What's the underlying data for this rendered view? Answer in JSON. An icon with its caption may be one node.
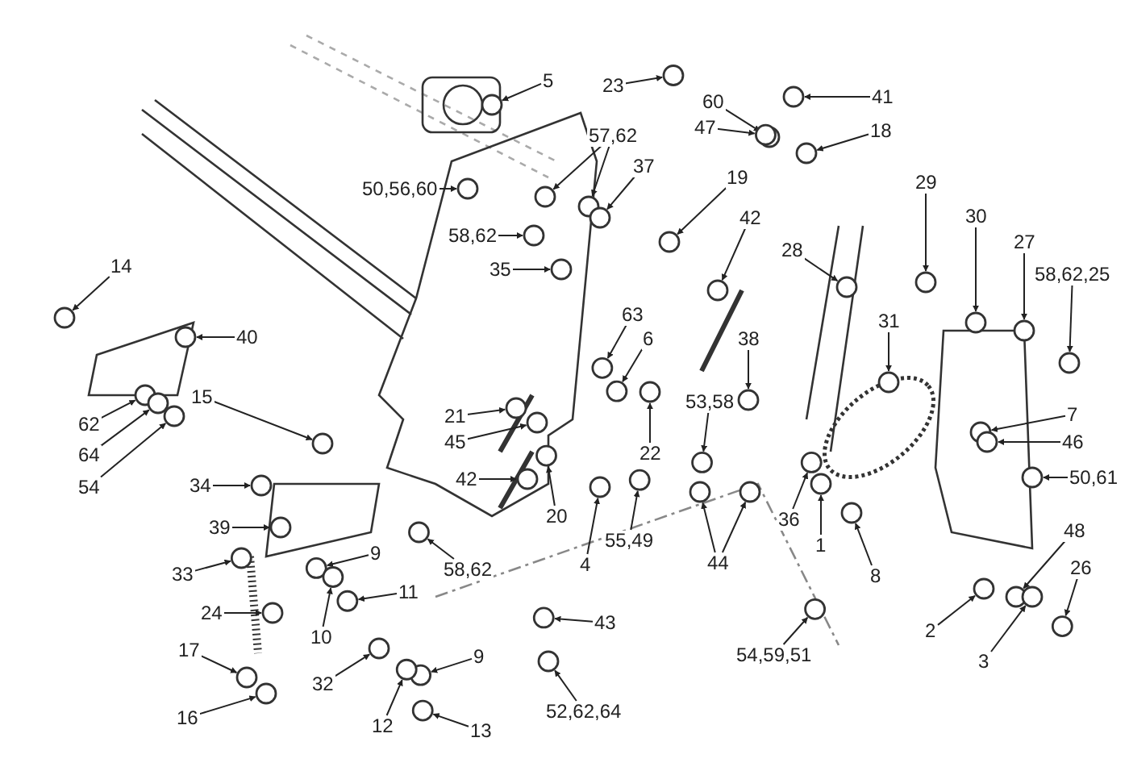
{
  "diagram": {
    "nodes": [
      {
        "text": [
          "5"
        ]
      },
      {
        "text": [
          "23"
        ]
      },
      {
        "text": [
          "41"
        ]
      },
      {
        "text": [
          "60"
        ]
      },
      {
        "text": [
          "47"
        ]
      },
      {
        "text": [
          "18"
        ]
      },
      {
        "text": [
          "50,56,60"
        ]
      },
      {
        "text": [
          "57,62"
        ]
      },
      {
        "text": [
          "37"
        ]
      },
      {
        "text": [
          "19"
        ]
      },
      {
        "text": [
          "58,62"
        ]
      },
      {
        "text": [
          "35"
        ]
      },
      {
        "text": [
          "42"
        ]
      },
      {
        "text": [
          "29"
        ]
      },
      {
        "text": [
          "30"
        ]
      },
      {
        "text": [
          "28"
        ]
      },
      {
        "text": [
          "27"
        ]
      },
      {
        "text": [
          "58,62,25"
        ]
      },
      {
        "text": [
          "14"
        ]
      },
      {
        "text": [
          "40"
        ]
      },
      {
        "text": [
          "63"
        ]
      },
      {
        "text": [
          "6"
        ]
      },
      {
        "text": [
          "38"
        ]
      },
      {
        "text": [
          "31"
        ]
      },
      {
        "text": [
          "15"
        ]
      },
      {
        "text": [
          "21"
        ]
      },
      {
        "text": [
          "45"
        ]
      },
      {
        "text": [
          "53,58"
        ]
      },
      {
        "text": [
          "22"
        ]
      },
      {
        "text": [
          "7"
        ]
      },
      {
        "text": [
          "46"
        ]
      },
      {
        "text": [
          "62"
        ]
      },
      {
        "text": [
          "64"
        ]
      },
      {
        "text": [
          "54"
        ]
      },
      {
        "text": [
          "34"
        ]
      },
      {
        "text": [
          "42"
        ]
      },
      {
        "text": [
          "20"
        ]
      },
      {
        "text": [
          "50,61"
        ]
      },
      {
        "text": [
          "39"
        ]
      },
      {
        "text": [
          "36"
        ]
      },
      {
        "text": [
          "55,49"
        ]
      },
      {
        "text": [
          "1"
        ]
      },
      {
        "text": [
          "9"
        ]
      },
      {
        "text": [
          "4"
        ]
      },
      {
        "text": [
          "44"
        ]
      },
      {
        "text": [
          "58,62"
        ]
      },
      {
        "text": [
          "48"
        ]
      },
      {
        "text": [
          "26"
        ]
      },
      {
        "text": [
          "8"
        ]
      },
      {
        "text": [
          "33"
        ]
      },
      {
        "text": [
          "11"
        ]
      },
      {
        "text": [
          "24"
        ]
      },
      {
        "text": [
          "10"
        ]
      },
      {
        "text": [
          "2"
        ]
      },
      {
        "text": [
          "43"
        ]
      },
      {
        "text": [
          "9"
        ]
      },
      {
        "text": [
          "17"
        ]
      },
      {
        "text": [
          "32"
        ]
      },
      {
        "text": [
          "54,59,51"
        ]
      },
      {
        "text": [
          "3"
        ]
      },
      {
        "text": [
          "16"
        ]
      },
      {
        "text": [
          "12"
        ]
      },
      {
        "text": [
          "13"
        ]
      },
      {
        "text": [
          "52,62,64"
        ]
      },
      {
        "text": [],
        "shape": "circle"
      },
      {
        "text": [],
        "shape": "circle"
      },
      {
        "text": [],
        "shape": "circle"
      },
      {
        "text": [],
        "shape": "circle"
      },
      {
        "text": [],
        "shape": "circle"
      },
      {
        "text": [],
        "shape": "circle"
      },
      {
        "text": [],
        "shape": "circle"
      },
      {
        "text": [],
        "shape": "circle"
      },
      {
        "text": [],
        "shape": "circle"
      },
      {
        "text": [],
        "shape": "circle"
      },
      {
        "text": [],
        "shape": "circle"
      },
      {
        "text": [],
        "shape": "circle"
      },
      {
        "text": [],
        "shape": "circle"
      },
      {
        "text": [],
        "shape": "circle"
      },
      {
        "text": [],
        "shape": "circle"
      },
      {
        "text": [],
        "shape": "circle"
      },
      {
        "text": [],
        "shape": "circle"
      },
      {
        "text": [],
        "shape": "circle"
      },
      {
        "text": [],
        "shape": "circle"
      },
      {
        "text": [],
        "shape": "circle"
      },
      {
        "text": [],
        "shape": "circle"
      },
      {
        "text": [],
        "shape": "circle"
      },
      {
        "text": [],
        "shape": "circle"
      },
      {
        "text": [],
        "shape": "circle"
      },
      {
        "text": [],
        "shape": "circle"
      },
      {
        "text": [],
        "shape": "circle"
      },
      {
        "text": [],
        "shape": "circle"
      },
      {
        "text": [],
        "shape": "circle"
      },
      {
        "text": [],
        "shape": "circle"
      },
      {
        "text": [],
        "shape": "circle"
      },
      {
        "text": [],
        "shape": "circle"
      },
      {
        "text": [],
        "shape": "circle"
      },
      {
        "text": [],
        "shape": "circle"
      },
      {
        "text": [],
        "shape": "circle"
      },
      {
        "text": [],
        "shape": "circle"
      },
      {
        "text": [],
        "shape": "circle"
      },
      {
        "text": [],
        "shape": "circle"
      },
      {
        "text": [],
        "shape": "circle"
      },
      {
        "text": [],
        "shape": "circle"
      },
      {
        "text": [],
        "shape": "circle"
      },
      {
        "text": [],
        "shape": "circle"
      },
      {
        "text": [],
        "shape": "circle"
      },
      {
        "text": [],
        "shape": "circle"
      },
      {
        "text": [],
        "shape": "circle"
      },
      {
        "text": [],
        "shape": "circle"
      },
      {
        "text": [],
        "shape": "circle"
      },
      {
        "text": [],
        "shape": "circle"
      },
      {
        "text": [],
        "shape": "circle"
      },
      {
        "text": [],
        "shape": "circle"
      },
      {
        "text": [],
        "shape": "circle"
      },
      {
        "text": [],
        "shape": "circle"
      },
      {
        "text": [],
        "shape": "circle"
      },
      {
        "text": [],
        "shape": "circle"
      },
      {
        "text": [],
        "shape": "circle"
      },
      {
        "text": [],
        "shape": "circle"
      },
      {
        "text": [],
        "shape": "circle"
      },
      {
        "text": [],
        "shape": "circle"
      },
      {
        "text": [],
        "shape": "circle"
      },
      {
        "text": [],
        "shape": "circle"
      },
      {
        "text": [],
        "shape": "circle"
      },
      {
        "text": [],
        "shape": "circle"
      },
      {
        "text": [],
        "shape": "circle"
      },
      {
        "text": [],
        "shape": "circle"
      },
      {
        "text": [],
        "shape": "circle"
      },
      {
        "text": [],
        "shape": "circle"
      },
      {
        "text": [],
        "shape": "circle"
      }
    ],
    "edges": [
      {
        "from": 0,
        "to": 64,
        "arrow": "to"
      },
      {
        "from": 1,
        "to": 65,
        "arrow": "to"
      },
      {
        "from": 2,
        "to": 66,
        "arrow": "to"
      },
      {
        "from": 3,
        "to": 67,
        "arrow": "to"
      },
      {
        "from": 4,
        "to": 68,
        "arrow": "to"
      },
      {
        "from": 5,
        "to": 69,
        "arrow": "to"
      },
      {
        "from": 6,
        "to": 70,
        "arrow": "to"
      },
      {
        "from": 7,
        "to": 71,
        "arrow": "to"
      },
      {
        "from": 7,
        "to": 72,
        "arrow": "to"
      },
      {
        "from": 8,
        "to": 73,
        "arrow": "to"
      },
      {
        "from": 9,
        "to": 74,
        "arrow": "to"
      },
      {
        "from": 10,
        "to": 75,
        "arrow": "to"
      },
      {
        "from": 11,
        "to": 76,
        "arrow": "to"
      },
      {
        "from": 12,
        "to": 77,
        "arrow": "to"
      },
      {
        "from": 13,
        "to": 78,
        "arrow": "to"
      },
      {
        "from": 14,
        "to": 79,
        "arrow": "to"
      },
      {
        "from": 15,
        "to": 80,
        "arrow": "to"
      },
      {
        "from": 16,
        "to": 81,
        "arrow": "to"
      },
      {
        "from": 17,
        "to": 82,
        "arrow": "to"
      },
      {
        "from": 18,
        "to": 83,
        "arrow": "to"
      },
      {
        "from": 19,
        "to": 84,
        "arrow": "to"
      },
      {
        "from": 20,
        "to": 85,
        "arrow": "to"
      },
      {
        "from": 21,
        "to": 86,
        "arrow": "to"
      },
      {
        "from": 22,
        "to": 87,
        "arrow": "to"
      },
      {
        "from": 23,
        "to": 88,
        "arrow": "to"
      },
      {
        "from": 24,
        "to": 89,
        "arrow": "to"
      },
      {
        "from": 25,
        "to": 90,
        "arrow": "to"
      },
      {
        "from": 26,
        "to": 91,
        "arrow": "to"
      },
      {
        "from": 27,
        "to": 92,
        "arrow": "to"
      },
      {
        "from": 28,
        "to": 93,
        "arrow": "to"
      },
      {
        "from": 29,
        "to": 94,
        "arrow": "to"
      },
      {
        "from": 30,
        "to": 95,
        "arrow": "to"
      },
      {
        "from": 31,
        "to": 96,
        "arrow": "to"
      },
      {
        "from": 32,
        "to": 97,
        "arrow": "to"
      },
      {
        "from": 33,
        "to": 98,
        "arrow": "to"
      },
      {
        "from": 34,
        "to": 99,
        "arrow": "to"
      },
      {
        "from": 35,
        "to": 100,
        "arrow": "to"
      },
      {
        "from": 36,
        "to": 101,
        "arrow": "to"
      },
      {
        "from": 37,
        "to": 102,
        "arrow": "to"
      },
      {
        "from": 38,
        "to": 103,
        "arrow": "to"
      },
      {
        "from": 39,
        "to": 104,
        "arrow": "to"
      },
      {
        "from": 40,
        "to": 105,
        "arrow": "to"
      },
      {
        "from": 41,
        "to": 106,
        "arrow": "to"
      },
      {
        "from": 42,
        "to": 107,
        "arrow": "to"
      },
      {
        "from": 43,
        "to": 108,
        "arrow": "to"
      },
      {
        "from": 44,
        "to": 109,
        "arrow": "to"
      },
      {
        "from": 44,
        "to": 110,
        "arrow": "to"
      },
      {
        "from": 45,
        "to": 111,
        "arrow": "to"
      },
      {
        "from": 46,
        "to": 112,
        "arrow": "to"
      },
      {
        "from": 47,
        "to": 113,
        "arrow": "to"
      },
      {
        "from": 48,
        "to": 114,
        "arrow": "to"
      },
      {
        "from": 49,
        "to": 115,
        "arrow": "to"
      },
      {
        "from": 50,
        "to": 116,
        "arrow": "to"
      },
      {
        "from": 51,
        "to": 117,
        "arrow": "to"
      },
      {
        "from": 52,
        "to": 118,
        "arrow": "to"
      },
      {
        "from": 53,
        "to": 119,
        "arrow": "to"
      },
      {
        "from": 54,
        "to": 120,
        "arrow": "to"
      },
      {
        "from": 55,
        "to": 121,
        "arrow": "to"
      },
      {
        "from": 56,
        "to": 122,
        "arrow": "to"
      },
      {
        "from": 57,
        "to": 123,
        "arrow": "to"
      },
      {
        "from": 58,
        "to": 124,
        "arrow": "to"
      },
      {
        "from": 59,
        "to": 125,
        "arrow": "to"
      },
      {
        "from": 60,
        "to": 126,
        "arrow": "to"
      },
      {
        "from": 61,
        "to": 127,
        "arrow": "to"
      },
      {
        "from": 62,
        "to": 128,
        "arrow": "to"
      },
      {
        "from": 63,
        "to": 129,
        "arrow": "to"
      }
    ]
  }
}
